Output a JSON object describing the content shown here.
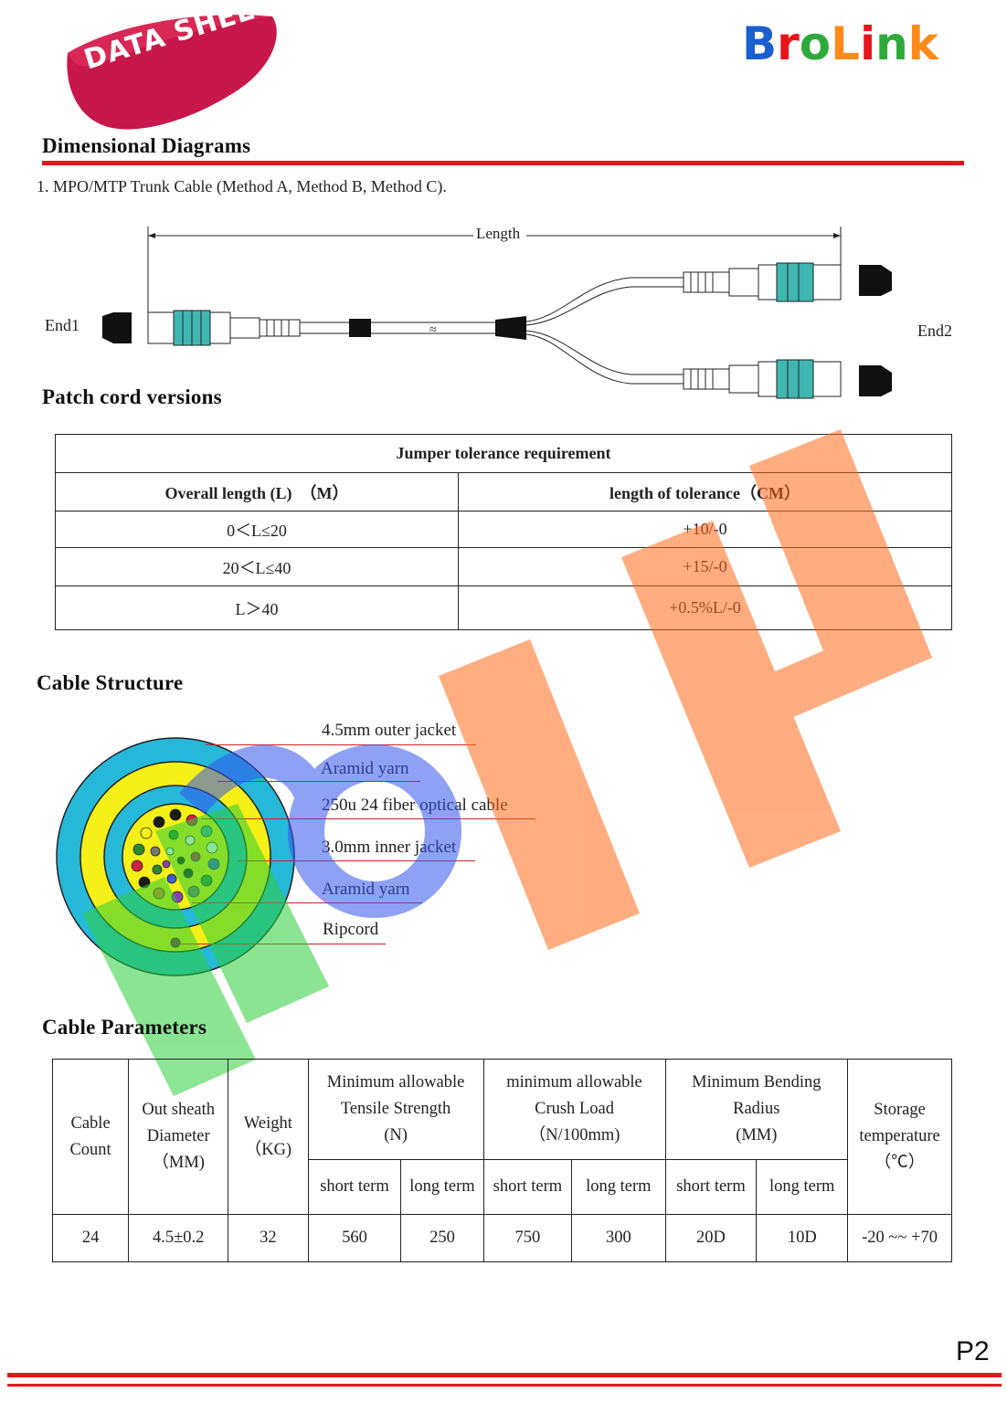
{
  "header": {
    "badge_text": "DATA SHEET",
    "brand": {
      "parts": [
        "B",
        "r",
        "o",
        "L",
        "i",
        "n",
        "k"
      ],
      "colors": [
        "#1a5fd0",
        "#e8141b",
        "#2eaa3c",
        "#ff8a1a",
        "#e8141b",
        "#2eaa3c",
        "#ff8a1a"
      ]
    },
    "badge_color": "#c8174a"
  },
  "sections": {
    "dimensional": "Dimensional Diagrams",
    "patch": "Patch cord versions",
    "structure": "Cable Structure",
    "parameters": "Cable Parameters"
  },
  "diagram": {
    "caption": "1. MPO/MTP Trunk Cable (Method A, Method B, Method C).",
    "length_label": "Length",
    "end1": "End1",
    "end2": "End2",
    "connector_color": "#3fb6b0"
  },
  "tolerance": {
    "title": "Jumper tolerance requirement",
    "col1": "Overall length (L)  （M）",
    "col2": "length of tolerance（CM）",
    "rows": [
      {
        "length": "0＜L≤20",
        "tol": "+10/-0"
      },
      {
        "length": "20＜L≤40",
        "tol": "+15/-0"
      },
      {
        "length": "L＞40",
        "tol": "+0.5%L/-0"
      }
    ]
  },
  "structure": {
    "labels": [
      "4.5mm outer jacket",
      "Aramid yarn",
      "250u  24 fiber optical cable",
      "3.0mm inner jacket",
      "Aramid yarn",
      "Ripcord"
    ],
    "colors": {
      "outer": "#26b8d8",
      "yarn": "#f5f018",
      "inner": "#26b8d8",
      "core": "#f5f018"
    }
  },
  "parameters": {
    "headers": {
      "cable_count": [
        "Cable",
        "Count"
      ],
      "sheath": [
        "Out sheath",
        "Diameter",
        "（MM)"
      ],
      "weight": [
        "Weight",
        "（KG)"
      ],
      "tensile": [
        "Minimum allowable",
        "Tensile Strength",
        "(N)"
      ],
      "crush": [
        "minimum allowable",
        "Crush Load",
        "（N/100mm)"
      ],
      "bending": [
        "Minimum Bending",
        "Radius",
        "(MM)"
      ],
      "storage": [
        "Storage",
        "temperature",
        "（℃）"
      ]
    },
    "sub": [
      "short term",
      "long term",
      "short term",
      "long term",
      "short term",
      "long term"
    ],
    "row": [
      "24",
      "4.5±0.2",
      "32",
      "560",
      "250",
      "750",
      "300",
      "20D",
      "10D",
      "-20 ~~ +70"
    ]
  },
  "footer": {
    "page": "P2"
  }
}
